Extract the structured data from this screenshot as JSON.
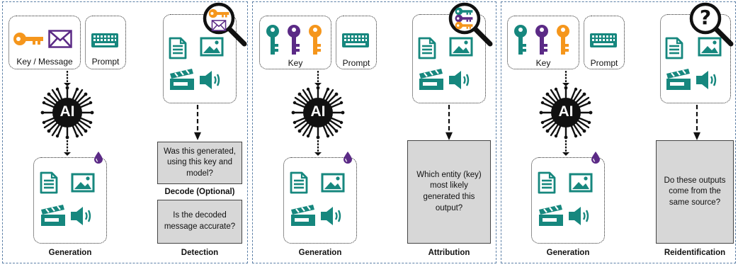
{
  "panels": [
    {
      "inputs_label": "Key / Message",
      "prompt_label": "Prompt",
      "ai_label": "AI",
      "generation_label": "Generation",
      "question_1": "Was this generated, using this key and model?",
      "decode_label": "Decode (Optional)",
      "question_2": "Is the decoded message accurate?",
      "task_label": "Detection"
    },
    {
      "inputs_label": "Key",
      "prompt_label": "Prompt",
      "ai_label": "AI",
      "generation_label": "Generation",
      "question_1": "Which entity (key) most likely generated this output?",
      "task_label": "Attribution"
    },
    {
      "inputs_label": "Key",
      "prompt_label": "Prompt",
      "ai_label": "AI",
      "generation_label": "Generation",
      "question_1": "Do these outputs come from the same source?",
      "task_label": "Reidentification",
      "magnifier_symbol": "?"
    }
  ],
  "colors": {
    "teal": "#16877e",
    "orange": "#f5961c",
    "purple": "#5b2a86",
    "gray_box": "#d7d7d7",
    "panel_border": "#5b7fa6"
  }
}
